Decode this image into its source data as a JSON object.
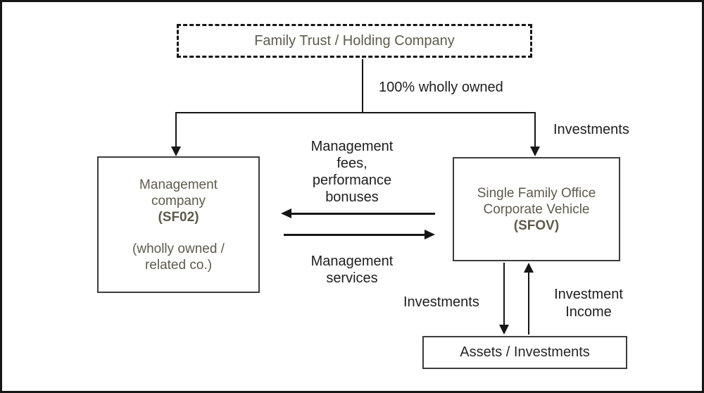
{
  "diagram": {
    "nodes": {
      "family_trust": {
        "label": "Family Trust / Holding Company"
      },
      "management_company": {
        "lines": [
          "Management",
          "company",
          "(SF02)",
          "(wholly owned /",
          "related co.)"
        ]
      },
      "sfov": {
        "lines": [
          "Single Family Office",
          "Corporate Vehicle",
          "(SFOV)"
        ]
      },
      "assets": {
        "label": "Assets / Investments"
      }
    },
    "labels": {
      "ownership": "100% wholly owned",
      "investments_top": "Investments",
      "management_fees": [
        "Management",
        "fees,",
        "performance",
        "bonuses"
      ],
      "management_services": [
        "Management",
        "services"
      ],
      "investments_bottom": "Investments",
      "investment_income": [
        "Investment",
        "Income"
      ]
    },
    "colors": {
      "box_text": "#5e5b4b",
      "assets_text": "#262626",
      "label_text": "#1e1e1e",
      "line": "#161616",
      "background": "#ffffff"
    }
  }
}
